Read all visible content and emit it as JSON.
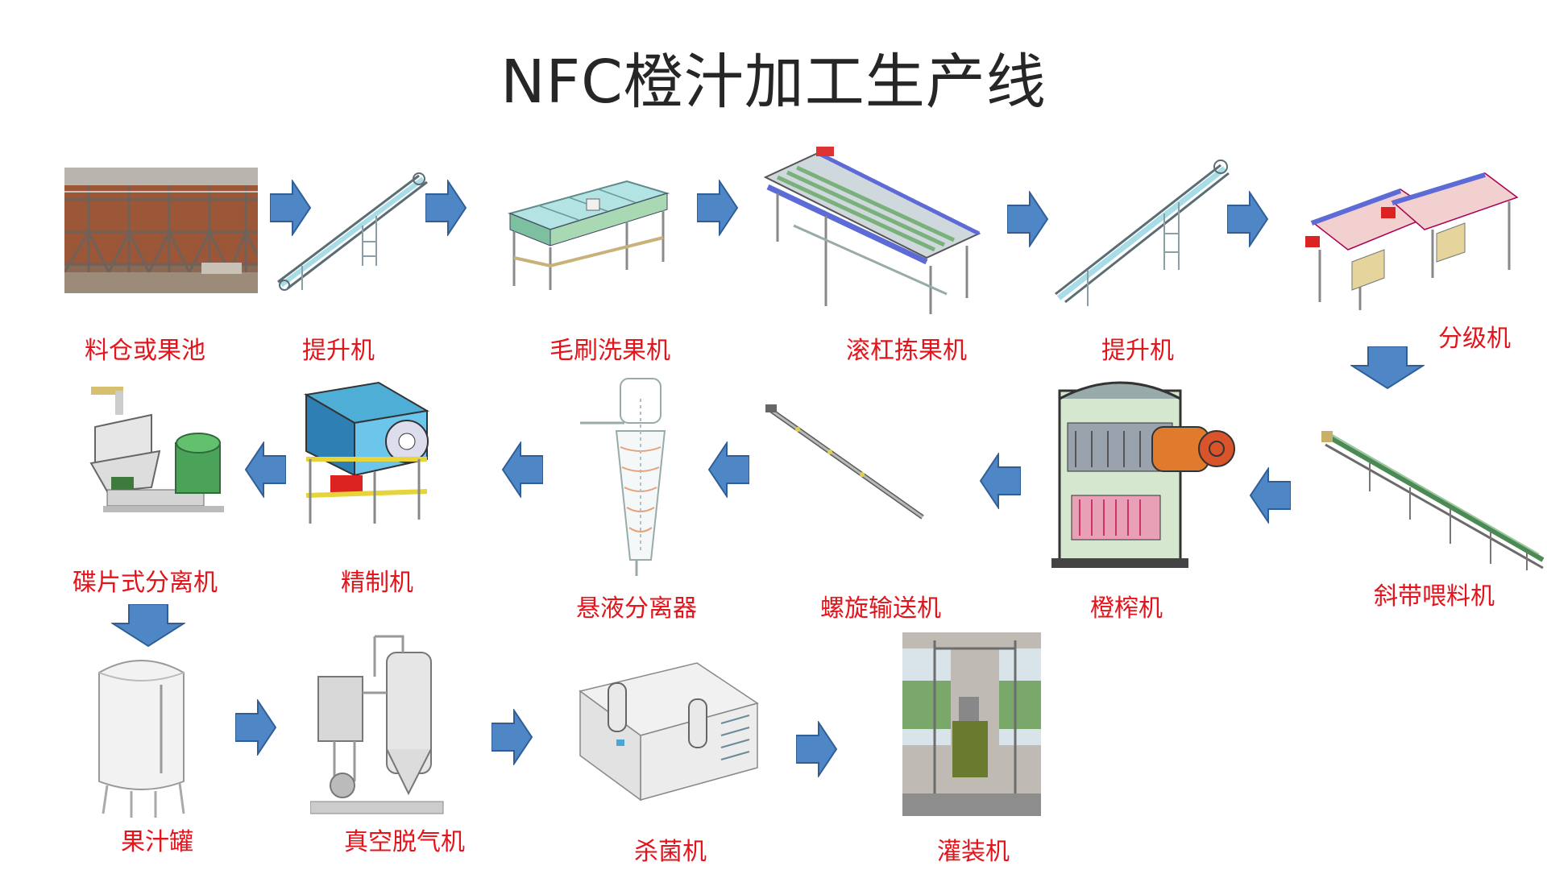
{
  "title": "NFC橙汁加工生产线",
  "colors": {
    "label": "#e3141b",
    "arrow": "#4f86c6",
    "arrow_edge": "#2f5f96",
    "title": "#262626"
  },
  "steps": [
    {
      "label": "料仓或果池",
      "icon": "bin-photo"
    },
    {
      "label": "提升机",
      "icon": "incline-elevator"
    },
    {
      "label": "毛刷洗果机",
      "icon": "brush-washer"
    },
    {
      "label": "滚杠拣果机",
      "icon": "roller-sorter"
    },
    {
      "label": "提升机",
      "icon": "incline-elevator"
    },
    {
      "label": "分级机",
      "icon": "grader"
    },
    {
      "label": "斜带喂料机",
      "icon": "inclined-belt-feeder"
    },
    {
      "label": "橙榨机",
      "icon": "orange-juicer"
    },
    {
      "label": "螺旋输送机",
      "icon": "screw-conveyor"
    },
    {
      "label": "悬液分离器",
      "icon": "hydrocyclone"
    },
    {
      "label": "精制机",
      "icon": "finisher"
    },
    {
      "label": "碟片式分离机",
      "icon": "disc-separator"
    },
    {
      "label": "果汁罐",
      "icon": "juice-tank"
    },
    {
      "label": "真空脱气机",
      "icon": "vacuum-deaerator"
    },
    {
      "label": "杀菌机",
      "icon": "sterilizer"
    },
    {
      "label": "灌装机",
      "icon": "filling-machine"
    }
  ]
}
